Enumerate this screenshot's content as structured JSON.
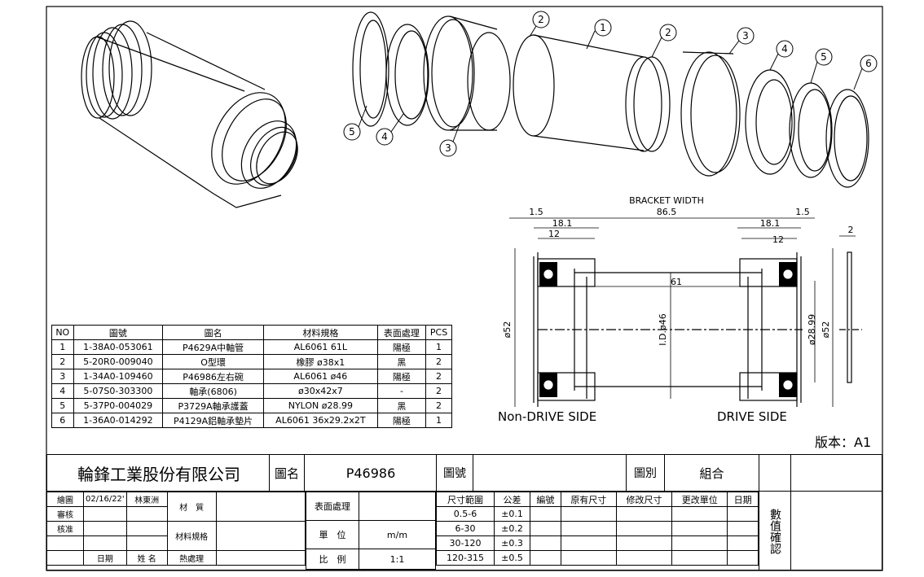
{
  "balloons": [
    "1",
    "2",
    "2",
    "3",
    "4",
    "5",
    "6",
    "5",
    "4",
    "3"
  ],
  "section": {
    "bracket_width_label": "BRACKET WIDTH",
    "bracket_width": "86.5",
    "dim_1_5_left": "1.5",
    "dim_1_5_right": "1.5",
    "dim_18_1_left": "18.1",
    "dim_18_1_right": "18.1",
    "dim_12_left": "12",
    "dim_12_right": "12",
    "dim_61": "61",
    "dim_2": "2",
    "dim_phi52_left": "ø52",
    "dim_id46": "I.D.ø46",
    "dim_phi28": "ø28.99",
    "dim_phi52_right": "ø52",
    "non_drive": "Non-DRIVE SIDE",
    "drive": "DRIVE SIDE"
  },
  "version": "版本：A1",
  "bom": {
    "headers": [
      "NO",
      "圖號",
      "圖名",
      "材料規格",
      "表面處理",
      "PCS"
    ],
    "rows": [
      [
        "1",
        "1-38A0-053061",
        "P4629A中軸管",
        "AL6061 61L",
        "陽極",
        "1"
      ],
      [
        "2",
        "5-20R0-009040",
        "O型環",
        "橡膠 ø38x1",
        "黑",
        "2"
      ],
      [
        "3",
        "1-34A0-109460",
        "P46986左右碗",
        "AL6061 ø46",
        "陽極",
        "2"
      ],
      [
        "4",
        "5-07S0-303300",
        "軸承(6806)",
        "ø30x42x7",
        "-",
        "2"
      ],
      [
        "5",
        "5-37P0-004029",
        "P3729A軸承護蓋",
        "NYLON ø28.99",
        "黑",
        "2"
      ],
      [
        "6",
        "1-36A0-014292",
        "P4129A鋁軸承墊片",
        "AL6061 36x29.2x2T",
        "陽極",
        "1"
      ]
    ]
  },
  "title_block": {
    "company": "輪鋒工業股份有限公司",
    "drawing_name_label": "圖名",
    "drawing_name": "P46986",
    "drawing_no_label": "圖號",
    "category_label": "圖別",
    "category": "組合",
    "drawn_label": "繪圖",
    "drawn_date": "02/16/22'",
    "drawn_by": "林東洲",
    "checked_label": "審核",
    "approved_label": "核准",
    "date_label": "日期",
    "name_label": "姓 名",
    "material_label": "材　質",
    "spec_label": "材料規格",
    "heat_label": "熱處理",
    "surface_label": "表面處理",
    "unit_label": "單　位",
    "unit": "m/m",
    "scale_label": "比　例",
    "scale": "1:1",
    "tol_headers": [
      "尺寸範圍",
      "公差",
      "編號",
      "原有尺寸",
      "修改尺寸",
      "更改單位",
      "日期"
    ],
    "tol_rows": [
      [
        "0.5-6",
        "±0.1"
      ],
      [
        "6-30",
        "±0.2"
      ],
      [
        "30-120",
        "±0.3"
      ],
      [
        "120-315",
        "±0.5"
      ]
    ],
    "confirm_label": "數值確認"
  }
}
